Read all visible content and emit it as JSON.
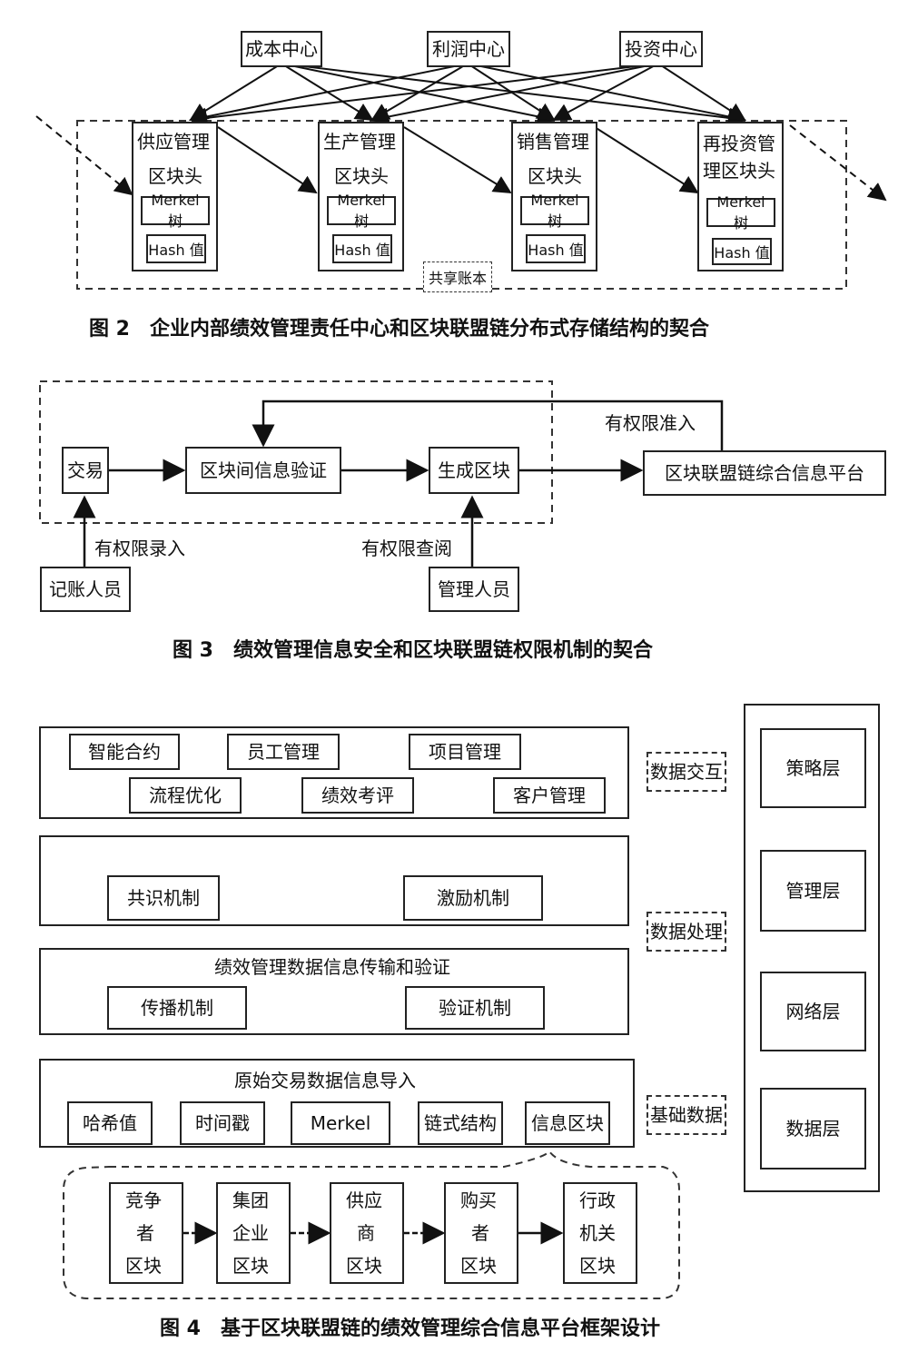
{
  "fig2": {
    "centers": [
      "成本中心",
      "利润中心",
      "投资中心"
    ],
    "blocks": [
      {
        "title": "供应管理",
        "sub": "区块头",
        "merkel": "Merkel 树",
        "hash": "Hash 值"
      },
      {
        "title": "生产管理",
        "sub": "区块头",
        "merkel": "Merkel 树",
        "hash": "Hash 值"
      },
      {
        "title": "销售管理",
        "sub": "区块头",
        "merkel": "Merkel 树",
        "hash": "Hash 值"
      },
      {
        "title": "再投资管",
        "sub": "理区块头",
        "merkel": "Merkel 树",
        "hash": "Hash 值"
      }
    ],
    "ledger": "共享账本",
    "caption": "图 2　企业内部绩效管理责任中心和区块联盟链分布式存储结构的契合"
  },
  "fig3": {
    "trade": "交易",
    "verify": "区块间信息验证",
    "generate": "生成区块",
    "platform": "区块联盟链综合信息平台",
    "access": "有权限准入",
    "bookkeeper": "记账人员",
    "entry": "有权限录入",
    "manager": "管理人员",
    "query": "有权限查阅",
    "caption": "图 3　绩效管理信息安全和区块联盟链权限机制的契合"
  },
  "fig4": {
    "row1": [
      "智能合约",
      "员工管理",
      "项目管理"
    ],
    "row2": [
      "流程优化",
      "绩效考评",
      "客户管理"
    ],
    "mechanisms": [
      "共识机制",
      "激励机制"
    ],
    "transmit_title": "绩效管理数据信息传输和验证",
    "transmit": [
      "传播机制",
      "验证机制"
    ],
    "import_title": "原始交易数据信息导入",
    "base_items": [
      "哈希值",
      "时间戳",
      "Merkel",
      "链式结构",
      "信息区块"
    ],
    "side_labels": [
      "数据交互",
      "数据处理",
      "基础数据"
    ],
    "layers": [
      "策略层",
      "管理层",
      "网络层",
      "数据层"
    ],
    "chain": [
      [
        "竞争",
        "者",
        "区块"
      ],
      [
        "集团",
        "企业",
        "区块"
      ],
      [
        "供应",
        "商",
        "区块"
      ],
      [
        "购买",
        "者",
        "区块"
      ],
      [
        "行政",
        "机关",
        "区块"
      ]
    ],
    "caption": "图 4　基于区块联盟链的绩效管理综合信息平台框架设计"
  }
}
